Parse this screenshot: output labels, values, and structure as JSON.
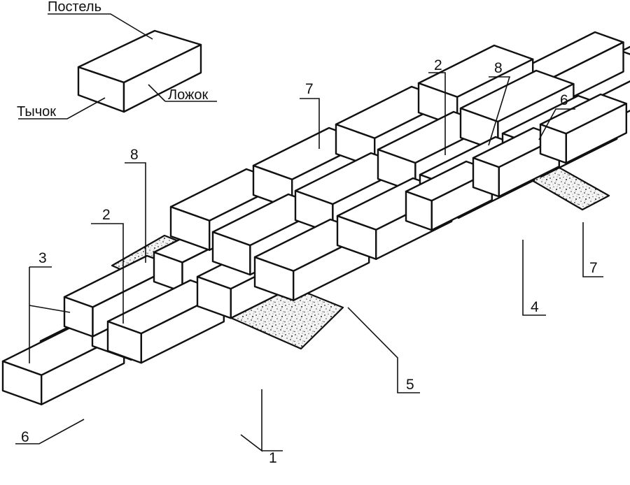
{
  "brick_terms": {
    "bed": "Постель",
    "header": "Тычок",
    "stretcher": "Ложок"
  },
  "callouts": [
    {
      "id": "c1",
      "text": "1"
    },
    {
      "id": "c2a",
      "text": "2"
    },
    {
      "id": "c2b",
      "text": "2"
    },
    {
      "id": "c3",
      "text": "3"
    },
    {
      "id": "c4",
      "text": "4"
    },
    {
      "id": "c5",
      "text": "5"
    },
    {
      "id": "c6a",
      "text": "6"
    },
    {
      "id": "c6b",
      "text": "6"
    },
    {
      "id": "c7a",
      "text": "7"
    },
    {
      "id": "c7b",
      "text": "7"
    },
    {
      "id": "c8a",
      "text": "8"
    },
    {
      "id": "c8b",
      "text": "8"
    }
  ]
}
